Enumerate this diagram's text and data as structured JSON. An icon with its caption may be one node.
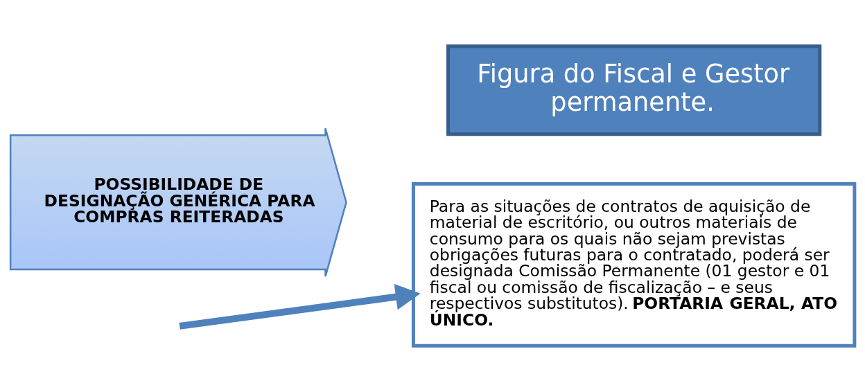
{
  "diagram": {
    "nodes": [
      {
        "text": [
          "Figura do Fiscal e Gestor permanente."
        ]
      },
      {
        "text": [
          "Para as situações de contratos de aquisição de material de escritório, ou outros materiais de consumo para os quais não sejam previstas obrigações futuras para o contratado, poderá ser designada Comissão Permanente (01 gestor e 01 fiscal ou comissão de fiscalização – e seus respectivos substitutos). **PORTARIA GERAL, ATO ÚNICO.**"
        ]
      },
      {
        "text": [
          "POSSIBILIDADE DE DESIGNAÇÃO GENÉRICA PARA COMPRAS REITERADAS"
        ]
      }
    ],
    "edges": [
      {
        "from": null,
        "to": 1,
        "arrow": "to"
      }
    ]
  }
}
